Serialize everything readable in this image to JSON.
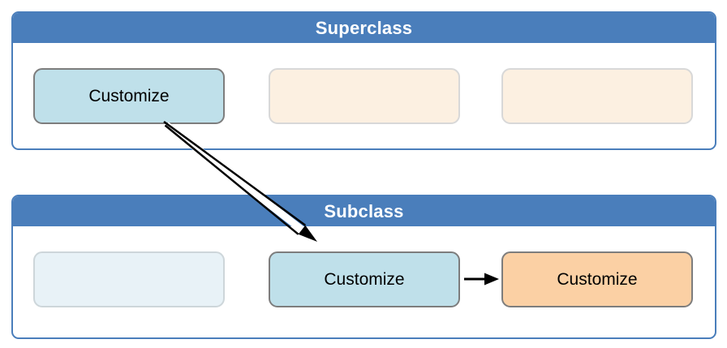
{
  "colors": {
    "accent-blue": "#4A7EBB",
    "header-text": "#FFFFFF",
    "box-blue-fill": "#BFE0EA",
    "box-orange-fill": "#FBD0A4",
    "box-strong-border": "#7D7D7D",
    "box-faded-peach-fill": "#FCF0E1",
    "box-faded-peach-border": "#D8D8D8",
    "box-faded-blue-fill": "#E8F2F7",
    "box-faded-blue-border": "#CDD6DA",
    "arrow-color": "#000000"
  },
  "superclass": {
    "title": "Superclass",
    "boxes": [
      {
        "label": "Customize",
        "style": "highlight-blue"
      },
      {
        "label": "",
        "style": "faded-peach"
      },
      {
        "label": "",
        "style": "faded-peach"
      }
    ]
  },
  "subclass": {
    "title": "Subclass",
    "boxes": [
      {
        "label": "",
        "style": "faded-blue"
      },
      {
        "label": "Customize",
        "style": "highlight-blue"
      },
      {
        "label": "Customize",
        "style": "highlight-orange"
      }
    ]
  },
  "arrows": [
    {
      "name": "superclass-to-subclass-arrow",
      "from": "superclass-customize-box",
      "to": "subclass-customize-box"
    },
    {
      "name": "subclass-method-arrow",
      "from": "subclass-customize-box",
      "to": "subclass-new-method-box"
    }
  ]
}
